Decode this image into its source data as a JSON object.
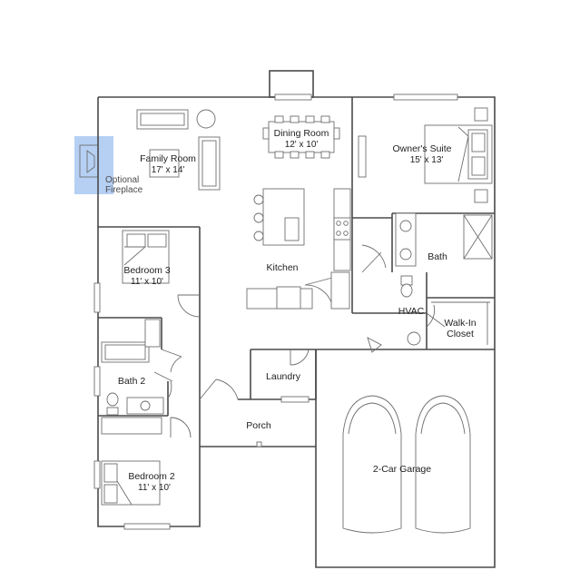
{
  "colors": {
    "wall": "#4a4a4a",
    "fixture": "#6e6e6e",
    "highlight": "#a9c8f2",
    "text": "#222222"
  },
  "rooms": {
    "family_room": {
      "name": "Family Room",
      "size": "17' x 14'"
    },
    "dining_room": {
      "name": "Dining Room",
      "size": "12' x 10'"
    },
    "owners_suite": {
      "name": "Owner's Suite",
      "size": "15' x 13'"
    },
    "kitchen": {
      "name": "Kitchen"
    },
    "bedroom_3": {
      "name": "Bedroom 3",
      "size": "11' x 10'"
    },
    "bath": {
      "name": "Bath"
    },
    "hvac": {
      "name": "HVAC"
    },
    "walk_in_closet": {
      "line1": "Walk-In",
      "line2": "Closet"
    },
    "bath_2": {
      "name": "Bath 2"
    },
    "laundry": {
      "name": "Laundry"
    },
    "porch": {
      "name": "Porch"
    },
    "garage": {
      "name": "2-Car Garage"
    },
    "bedroom_2": {
      "name": "Bedroom 2",
      "size": "11' x 10'"
    }
  },
  "options": {
    "fireplace": {
      "line1": "Optional",
      "line2": "Fireplace"
    }
  }
}
